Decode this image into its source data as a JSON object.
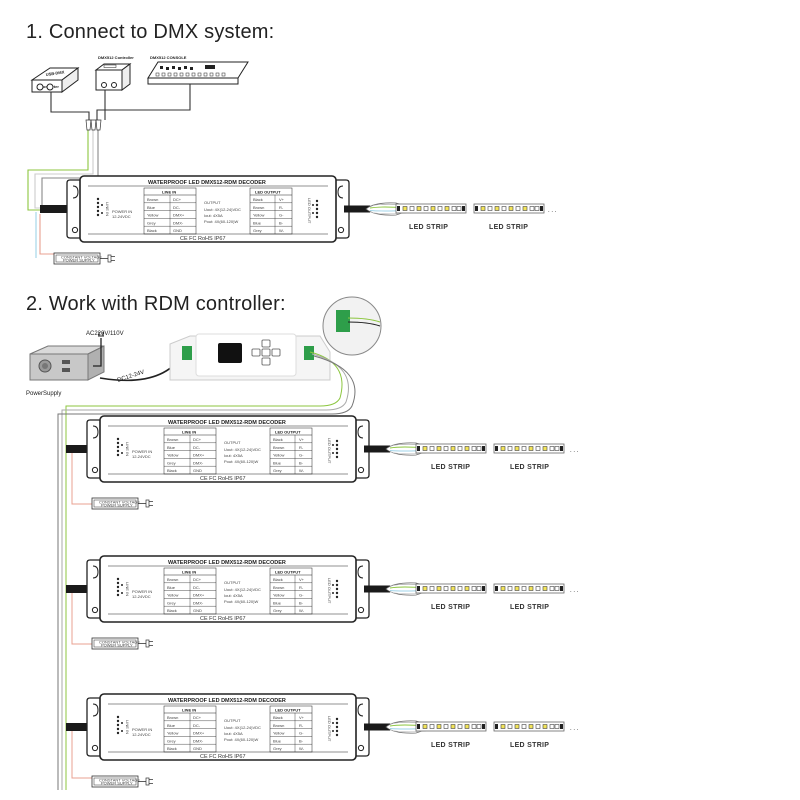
{
  "sections": [
    {
      "title": "1. Connect to DMX system:"
    },
    {
      "title": "2. Work with RDM controller:"
    }
  ],
  "dmx_devices": {
    "converter": "USB-DMX Converter",
    "controller": "DMX512 Controller",
    "console": "DMX512 CONSOLE"
  },
  "rdm": {
    "ac_label": "AC220V/110V",
    "dc_label": "DC12-24V",
    "power_supply_label": "PowerSupply"
  },
  "decoder": {
    "title": "WATERPROOF LED DMX512-RDM DECODER",
    "line_in_header": "LINE IN",
    "line_in_rows": [
      {
        "color": "Brown",
        "signal": "DC+"
      },
      {
        "color": "Blue",
        "signal": "DC-"
      },
      {
        "color": "Yellow",
        "signal": "DMX+"
      },
      {
        "color": "Grey",
        "signal": "DMX-"
      },
      {
        "color": "Black",
        "signal": "GND"
      }
    ],
    "power_in": [
      "POWER IN",
      "12-24VDC"
    ],
    "output_header": "OUTPUT",
    "output_specs": [
      "Uout: 4X(12-24)VDC",
      "Iout: 4X5A",
      "Pout: 4X(60-120)W"
    ],
    "led_output_header": "LED OUTPUT",
    "led_output_rows": [
      {
        "color": "Black",
        "signal": "V+"
      },
      {
        "color": "Brown",
        "signal": "R-"
      },
      {
        "color": "Yellow",
        "signal": "G-"
      },
      {
        "color": "Blue",
        "signal": "B-"
      },
      {
        "color": "Grey",
        "signal": "W-"
      }
    ],
    "line_in_side_label": "LINE IN",
    "led_output_side_label": "LED OUTPUT",
    "certifications": "CE FC RoHS IP67"
  },
  "power_supply_box": [
    "CONSTANT VOLTAGE",
    "POWER SUPPLY"
  ],
  "strip_label": "LED STRIP",
  "ellipsis": ". . .",
  "colors": {
    "wire_green": "#8cc63f",
    "wire_red": "#e8a090",
    "wire_blue": "#9fd3e8",
    "wire_grey": "#888888",
    "led_yellow": "#f2e45a",
    "cable_black": "#1a1a1a"
  }
}
